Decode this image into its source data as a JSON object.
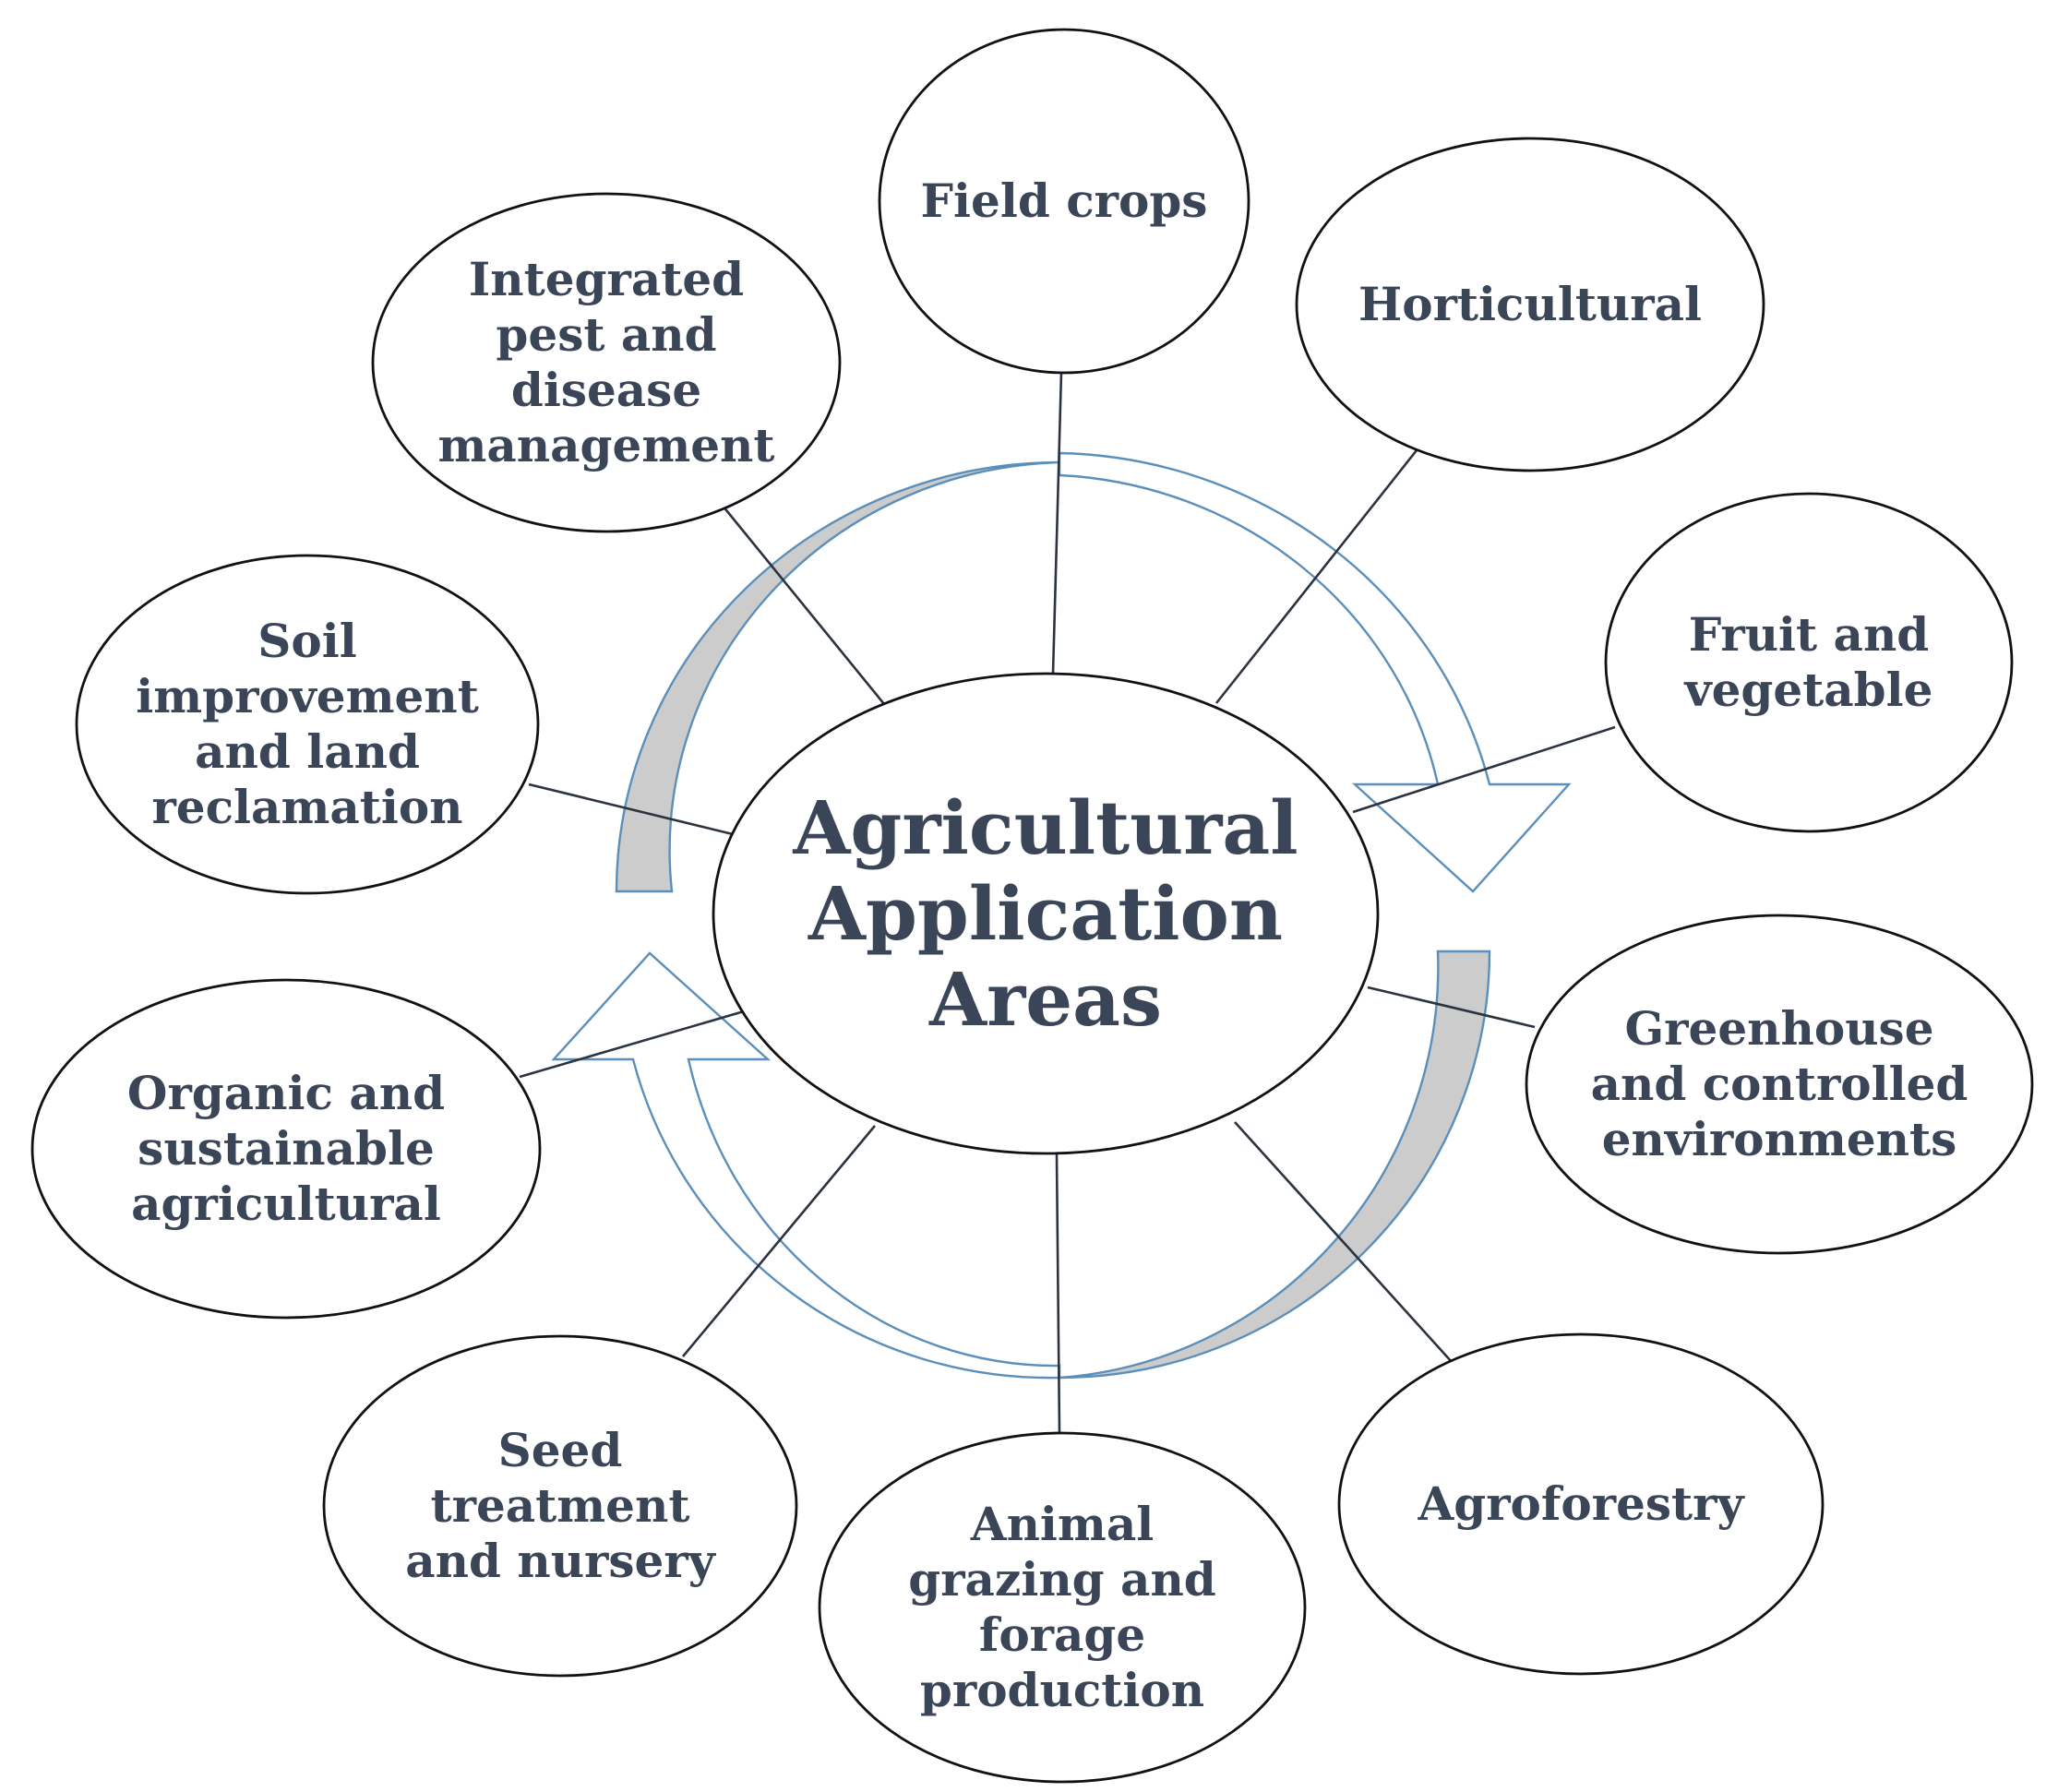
{
  "center": {
    "label": [
      "Agricultural",
      "Application",
      "Areas"
    ]
  },
  "nodes": [
    {
      "id": "field-crops",
      "lines": [
        "Field crops"
      ]
    },
    {
      "id": "horticultural",
      "lines": [
        "Horticultural"
      ]
    },
    {
      "id": "fruit-and-vegetable",
      "lines": [
        "Fruit and",
        "vegetable"
      ]
    },
    {
      "id": "greenhouse",
      "lines": [
        "Greenhouse",
        "and controlled",
        "environments"
      ]
    },
    {
      "id": "agroforestry",
      "lines": [
        "Agroforestry"
      ]
    },
    {
      "id": "animal-grazing",
      "lines": [
        "Animal",
        "grazing and",
        "forage",
        "production"
      ]
    },
    {
      "id": "seed-treatment",
      "lines": [
        "Seed",
        "treatment",
        "and nursery"
      ]
    },
    {
      "id": "organic-sustainable",
      "lines": [
        "Organic and",
        "sustainable",
        "agricultural"
      ]
    },
    {
      "id": "soil-improvement",
      "lines": [
        "Soil",
        "improvement",
        "and land",
        "reclamation"
      ]
    },
    {
      "id": "integrated-pest",
      "lines": [
        "Integrated",
        "pest and",
        "disease",
        "management"
      ]
    }
  ],
  "colors": {
    "text": "#3a4658",
    "arrow_outline": "#5b8fbb",
    "arrow_fill": "#cccccc",
    "ellipse_stroke": "#111111"
  }
}
